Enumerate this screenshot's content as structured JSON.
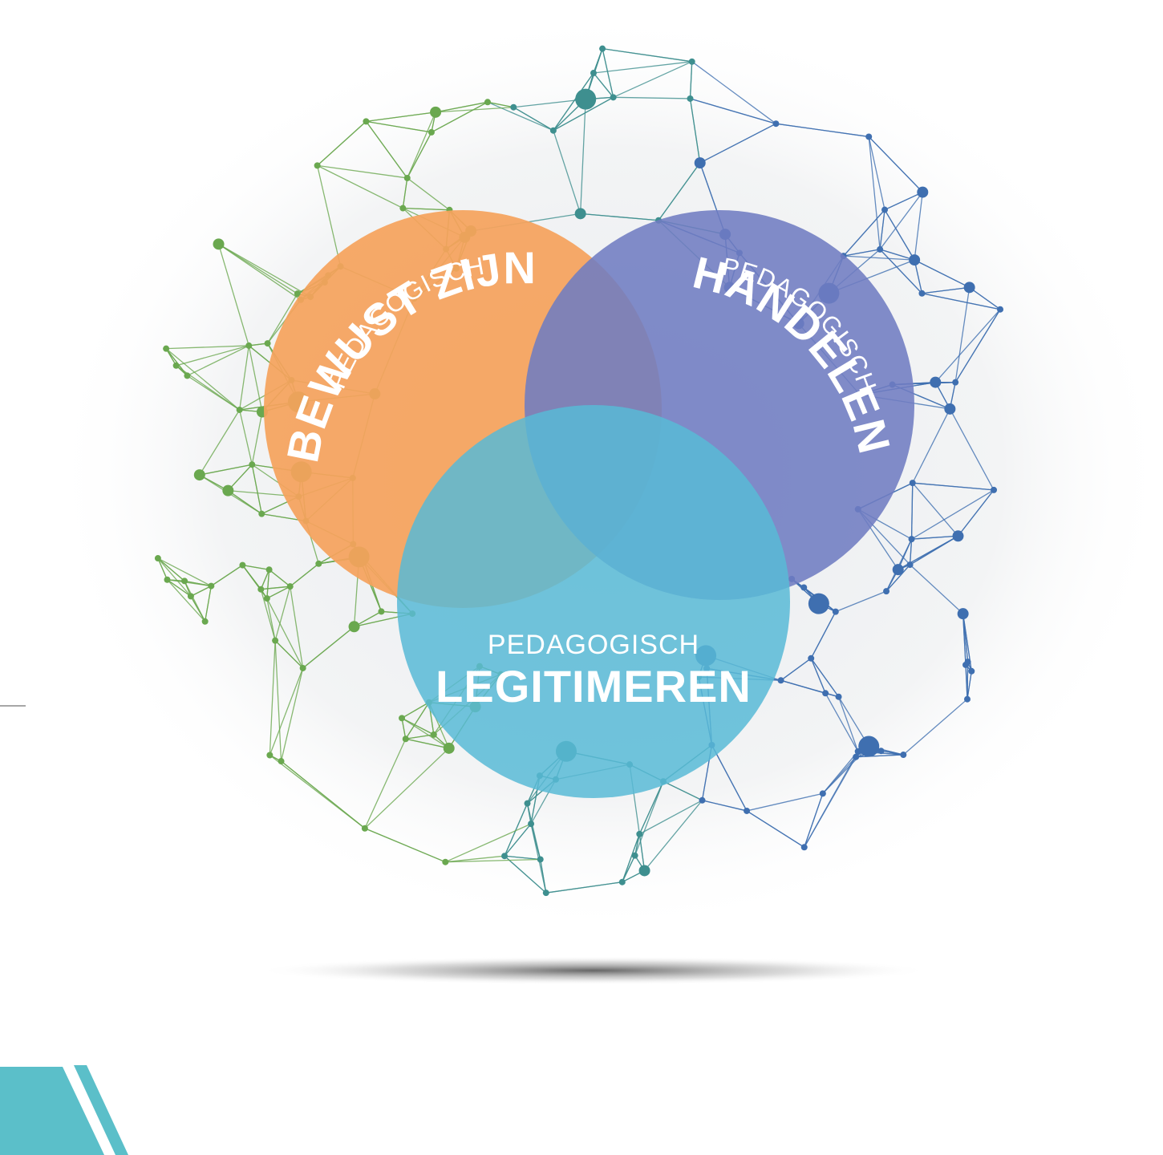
{
  "circles": {
    "bewust": {
      "small_label": "PEDAGOGISCH",
      "big_label": "BEWUST ZIJN",
      "color": "#f5a35c"
    },
    "handelen": {
      "small_label": "PEDAGOGISCH",
      "big_label": "HANDELEN",
      "color": "#6f7cc1"
    },
    "legitimeren": {
      "small_label": "PEDAGOGISCH",
      "big_label": "LEGITIMEREN",
      "color": "#58bad6"
    }
  },
  "network": {
    "green": "#6aa84f",
    "teal": "#3e8f8f",
    "blue": "#3f6fb0"
  },
  "accent": {
    "corner_shape": "#5bbfc9"
  }
}
